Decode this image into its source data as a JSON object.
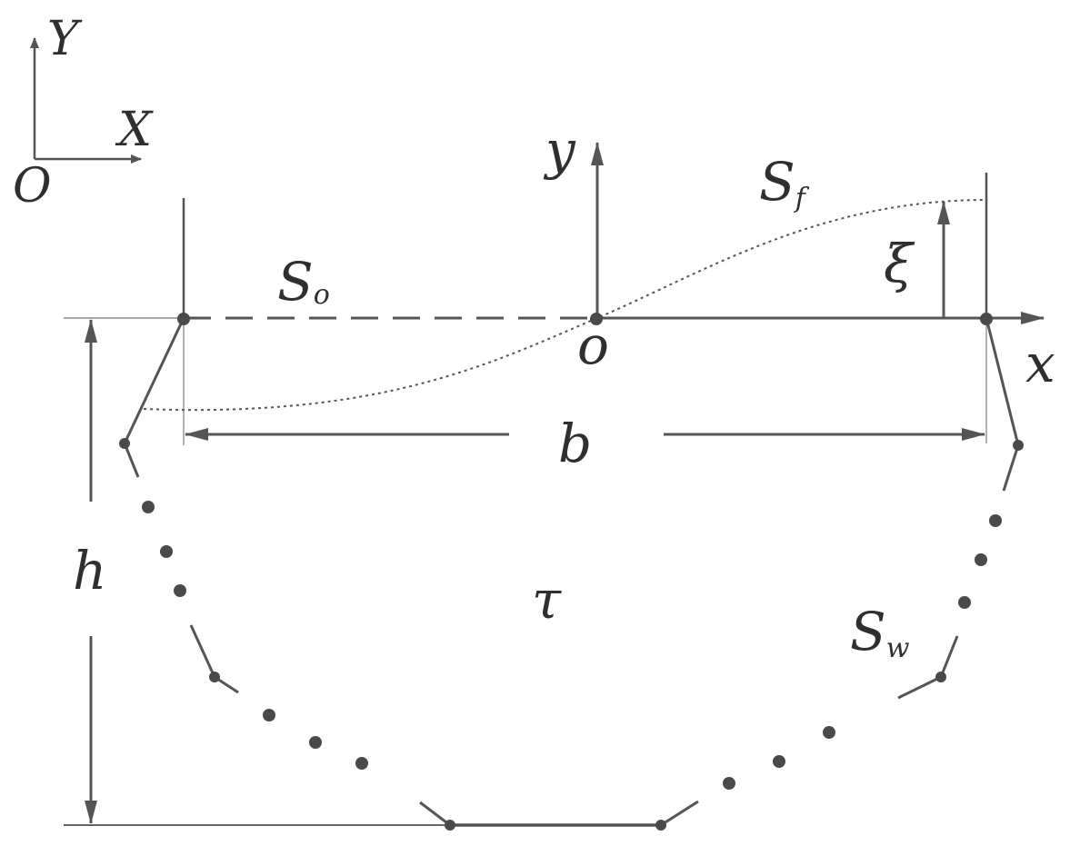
{
  "global_axes": {
    "y_label": "Y",
    "x_label": "X",
    "origin_label": "O"
  },
  "local_axes": {
    "y_label": "y",
    "x_label": "x",
    "origin_label": "o"
  },
  "surfaces": {
    "free_surface": {
      "main": "S",
      "sub": "f"
    },
    "still_surface": {
      "main": "S",
      "sub": "o"
    },
    "wall_surface": {
      "main": "S",
      "sub": "w"
    }
  },
  "dimensions": {
    "breadth": "b",
    "height": "h",
    "elevation": "ξ"
  },
  "domain_label": "τ",
  "colors": {
    "line": "#555555",
    "text": "#2f2f2f",
    "dot": "#4a4a4a"
  }
}
